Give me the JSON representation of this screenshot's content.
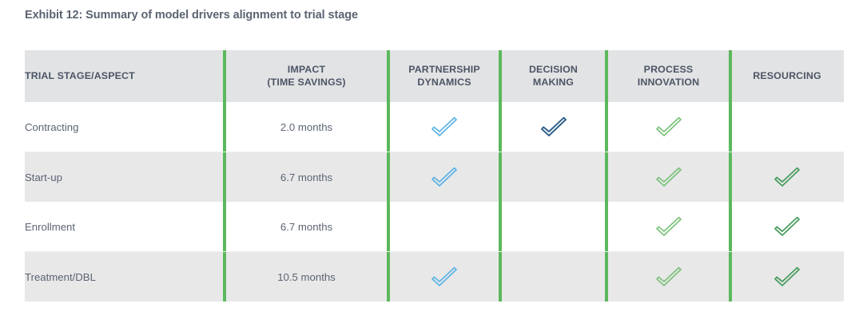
{
  "title": "Exhibit 12: Summary of model drivers alignment to trial stage",
  "table": {
    "columns": [
      {
        "id": "stage",
        "label": "TRIAL STAGE/ASPECT",
        "align": "left"
      },
      {
        "id": "impact",
        "label": "IMPACT\n(TIME SAVINGS)",
        "line1": "IMPACT",
        "line2": "(TIME SAVINGS)",
        "align": "center"
      },
      {
        "id": "partnership",
        "label": "PARTNERSHIP\nDYNAMICS",
        "line1": "PARTNERSHIP",
        "line2": "DYNAMICS",
        "align": "center"
      },
      {
        "id": "decision",
        "label": "DECISION\nMAKING",
        "line1": "DECISION",
        "line2": "MAKING",
        "align": "center"
      },
      {
        "id": "process",
        "label": "PROCESS\nINNOVATION",
        "line1": "PROCESS",
        "line2": "INNOVATION",
        "align": "center"
      },
      {
        "id": "resourcing",
        "label": "RESOURCING",
        "line1": "RESOURCING",
        "line2": "",
        "align": "center"
      }
    ],
    "rows": [
      {
        "stage": "Contracting",
        "impact": "2.0 months",
        "partnership": "check-blue",
        "decision": "check-navy",
        "process": "check-green-light",
        "resourcing": ""
      },
      {
        "stage": "Start-up",
        "impact": "6.7 months",
        "partnership": "check-blue",
        "decision": "",
        "process": "check-green-light",
        "resourcing": "check-green-dark"
      },
      {
        "stage": "Enrollment",
        "impact": "6.7 months",
        "partnership": "",
        "decision": "",
        "process": "check-green-light",
        "resourcing": "check-green-dark"
      },
      {
        "stage": "Treatment/DBL",
        "impact": "10.5 months",
        "partnership": "check-blue",
        "decision": "",
        "process": "check-green-light",
        "resourcing": "check-green-dark"
      }
    ]
  },
  "colors": {
    "title_text": "#5b6472",
    "header_background": "#e2e3e4",
    "header_text": "#4c5666",
    "row_grey": "#e8e8e9",
    "row_white": "#ffffff",
    "separator_green": "#5cb85c",
    "check_blue": "#5cb3e4",
    "check_navy": "#2e5f8a",
    "check_green_light": "#7ac27a",
    "check_green_dark": "#4a9d5f"
  }
}
